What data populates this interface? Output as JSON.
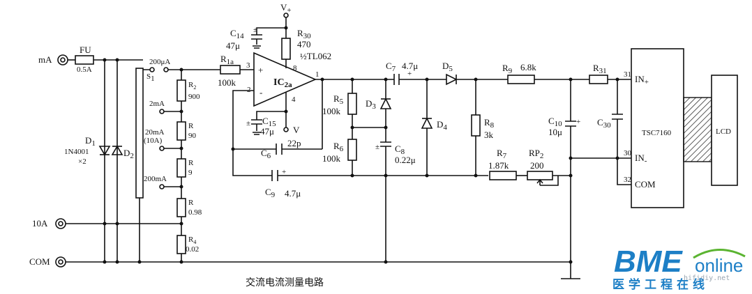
{
  "caption": "交流电流测量电路",
  "terminals": {
    "ma": "mA",
    "a10": "10A",
    "com": "COM"
  },
  "fuse": {
    "name": "FU",
    "rating": "0.5A"
  },
  "diodes_in": {
    "d1": "D",
    "d1_sub": "1",
    "d1_part": "1N4001",
    "d1_qty": "×2",
    "d2": "D",
    "d2_sub": "2"
  },
  "range_labels": {
    "r200u": "200μA",
    "s1": "S",
    "s1_sub": "1",
    "r2m": "2mA",
    "r20m": "20mA",
    "r10a": "(10A)",
    "r200m": "200mA"
  },
  "shunts": [
    {
      "name": "R",
      "sub": "2",
      "value": "900"
    },
    {
      "name": "R",
      "sub": "",
      "value": "90"
    },
    {
      "name": "R",
      "sub": "",
      "value": "9"
    },
    {
      "name": "R",
      "sub": "",
      "value": "0.98"
    },
    {
      "name": "R",
      "sub": "4",
      "value": "0.02"
    }
  ],
  "rin": {
    "name": "R",
    "sub": "1a",
    "value": "100k"
  },
  "vplus": {
    "name": "V",
    "sub": "+"
  },
  "vminus": "V",
  "c14": {
    "name": "C",
    "sub": "14",
    "value": "47μ",
    "pol": "±"
  },
  "r30": {
    "name": "R",
    "sub": "30",
    "value": "470"
  },
  "opamp": {
    "name": "IC",
    "sub": "2a",
    "part": "½TL062",
    "pin_in_plus": "3",
    "pin_in_minus": "2",
    "pin_v_plus": "8",
    "pin_v_minus": "4",
    "pin_out": "1",
    "plus": "+",
    "minus": "-"
  },
  "c15": {
    "name": "C",
    "sub": "15",
    "value": "47μ",
    "pol": "±"
  },
  "c6": {
    "name": "C",
    "sub": "6",
    "value": "22p"
  },
  "c9": {
    "name": "C",
    "sub": "9",
    "value": "4.7μ",
    "pol": "+"
  },
  "r5": {
    "name": "R",
    "sub": "5",
    "value": "100k"
  },
  "r6": {
    "name": "R",
    "sub": "6",
    "value": "100k"
  },
  "d3": {
    "name": "D",
    "sub": "3"
  },
  "c7": {
    "name": "C",
    "sub": "7",
    "value": "4.7μ",
    "pol": "+"
  },
  "c8": {
    "name": "C",
    "sub": "8",
    "value": "0.22μ",
    "pol": "±"
  },
  "d5": {
    "name": "D",
    "sub": "5"
  },
  "d4": {
    "name": "D",
    "sub": "4"
  },
  "r8": {
    "name": "R",
    "sub": "8",
    "value": "3k"
  },
  "r9": {
    "name": "R",
    "sub": "9",
    "value": "6.8k"
  },
  "r7": {
    "name": "R",
    "sub": "7",
    "value": "1.87k"
  },
  "rp2": {
    "name": "RP",
    "sub": "2",
    "value": "200"
  },
  "c10": {
    "name": "C",
    "sub": "10",
    "value": "10μ",
    "pol": "+"
  },
  "r31": {
    "name": "R",
    "sub": "31"
  },
  "c30": {
    "name": "C",
    "sub": "30"
  },
  "chip": {
    "name": "TSC7160",
    "pin31": "31",
    "pin30": "30",
    "pin32": "32",
    "in_plus": "IN",
    "in_plus_sub": "+",
    "in_minus": "IN",
    "in_minus_sub": "-",
    "com": "COM"
  },
  "lcd": "LCD",
  "logo": {
    "bme": "BME",
    "online": "online",
    "cn": "医学工程在线",
    "url": "hifidiy.net"
  }
}
